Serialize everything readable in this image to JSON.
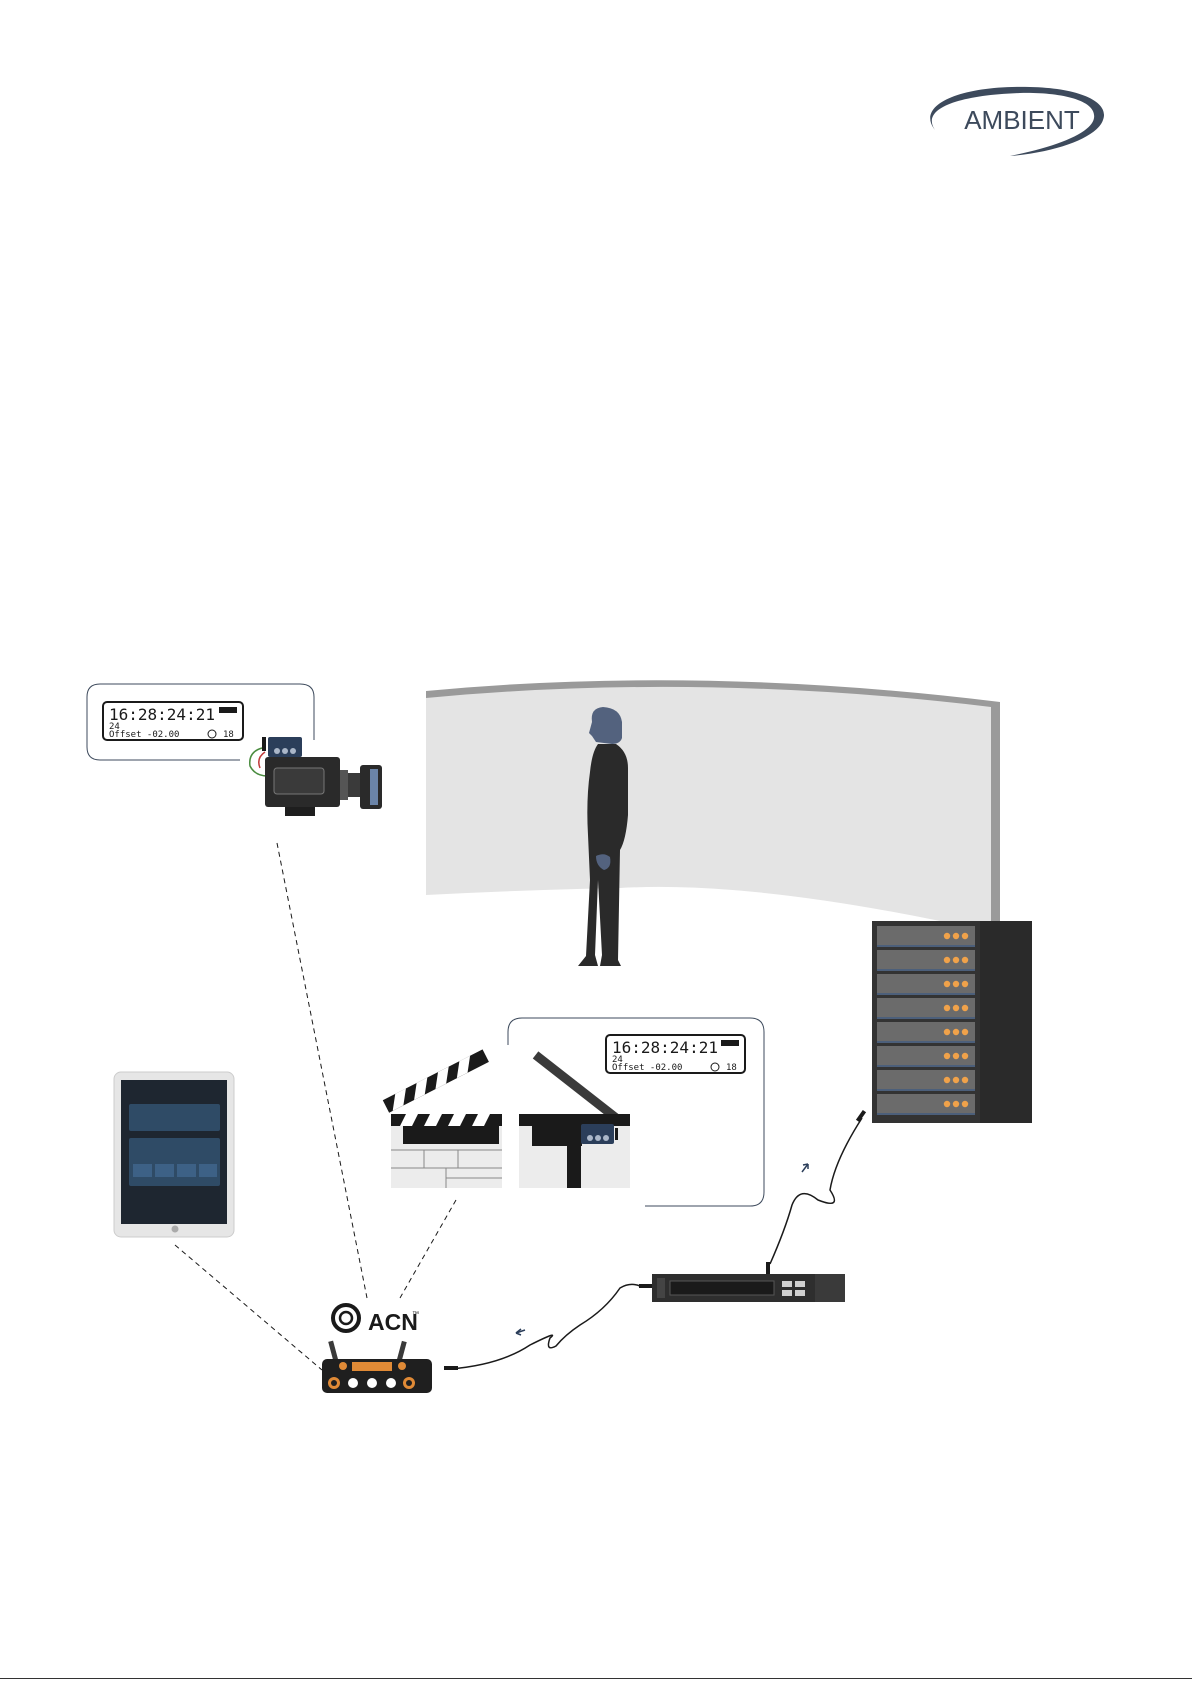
{
  "brand": {
    "logo_text": "AMBIENT",
    "accent_color": "#3d4a5c"
  },
  "camera_lcd": {
    "timecode": "16:28:24:21",
    "framerate": "24",
    "offset": "Offset -02.00",
    "channel": "18"
  },
  "slate_lcd": {
    "timecode": "16:28:24:21",
    "framerate": "24",
    "offset": "Offset -02.00",
    "channel": "18"
  },
  "acn": {
    "label": "ACN",
    "trademark": "™"
  },
  "colors": {
    "panel_fill": "#e4e4e4",
    "rack_dark": "#333333",
    "rack_unit": "#6b6b6b",
    "led_orange": "#f0a24a",
    "device_blue": "#2b3e5a",
    "tablet_screen": "#1e2630",
    "tablet_tile": "#2f4b66"
  }
}
